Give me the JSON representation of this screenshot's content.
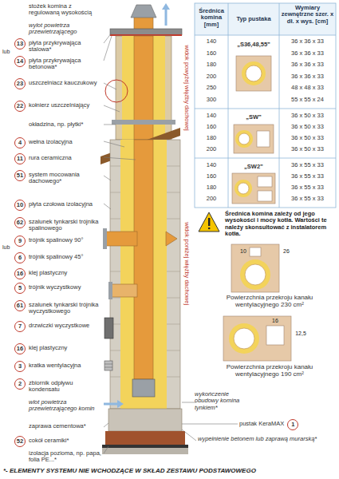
{
  "diagram": {
    "nodes": [
      {
        "text": [
          "13",
          "płyta przykrywająca stalowa*"
        ]
      },
      {
        "text": [
          "14",
          "płyta przykrywająca betonowa*"
        ]
      },
      {
        "text": [
          "23",
          "uszczelniacz kauczukowy"
        ]
      },
      {
        "text": [
          "22",
          "kołnierz uszczelniający"
        ]
      },
      {
        "text": [
          "4",
          "wełna izolacyjna"
        ]
      },
      {
        "text": [
          "11",
          "rura ceramiczna"
        ]
      },
      {
        "text": [
          "51",
          "system mocowania dachowego*"
        ]
      },
      {
        "text": [
          "10",
          "płyta czołowa izolacyjna"
        ]
      },
      {
        "text": [
          "62",
          "szalunek tynkarski trójnika spalinowego"
        ]
      },
      {
        "text": [
          "9",
          "trójnik spalinowy 90°"
        ]
      },
      {
        "text": [
          "6",
          "trójnik spalinowy 45°"
        ]
      },
      {
        "text": [
          "16",
          "klej plastyczny"
        ]
      },
      {
        "text": [
          "5",
          "trójnik wyczystkowy"
        ]
      },
      {
        "text": [
          "61",
          "szalunek tynkarski trójnika wyczystkowego"
        ]
      },
      {
        "text": [
          "7",
          "drzwiczki wyczystkowe"
        ]
      },
      {
        "text": [
          "16",
          "klej plastyczny"
        ]
      },
      {
        "text": [
          "3",
          "kratka wentylacyjna"
        ]
      },
      {
        "text": [
          "2",
          "zbiornik odpływu kondensatu"
        ]
      },
      {
        "text": [
          "52",
          "cokół ceramiki*"
        ]
      },
      {
        "text": [
          "1",
          "pustak KeraMAX"
        ]
      }
    ],
    "labels": [
      "stożek komina z regulowaną wysokością",
      "wylot powietrza przewietrzającego",
      "lub",
      "okładzina, np. płytki*",
      "lub",
      "wlot powietrza przewietrzającego komin",
      "zaprawa cementowa*",
      "izolacja pozioma, np. papa, folia PE...*",
      "widok powyżej więźby dachowej",
      "widok poniżej więźby dachowej",
      "wykończenie obudowy komina tynkiem*",
      "wypełnienie betonem lub zaprawą murarską*",
      "Średnica komina [mm]",
      "Typ pustaka",
      "Wymiary zewnętrzne szer. x dł. x wys. [cm]",
      "140",
      "160",
      "180",
      "200",
      "250",
      "300",
      "„S36,48,55”",
      "36 x 36 x 33",
      "36 x 36 x 33",
      "36 x 36 x 33",
      "36 x 36 x 33",
      "48 x 48 x 33",
      "55 x 55 x 24",
      "140",
      "160",
      "180",
      "200",
      "„SW”",
      "36 x 50 x 33",
      "36 x 50 x 33",
      "36 x 50 x 33",
      "36 x 50 x 33",
      "140",
      "160",
      "180",
      "200",
      "„SW2”",
      "36 x 55 x 33",
      "36 x 55 x 33",
      "36 x 55 x 33",
      "36 x 55 x 33",
      "Średnica komina zależy od jego wysokości i mocy kotła. Wartości te należy skonsultować z instalatorem kotła.",
      "10",
      "26",
      "Powierzchnia przekroju kanału wentylacyjnego 230 cm²",
      "16",
      "12,5",
      "Powierzchnia przekroju kanału wentylacyjnego 190 cm²",
      "*- ELEMENTY SYSTEMU NIE WCHODZĄCE W SKŁAD ZESTAWU PODSTAWOWEGO"
    ]
  }
}
